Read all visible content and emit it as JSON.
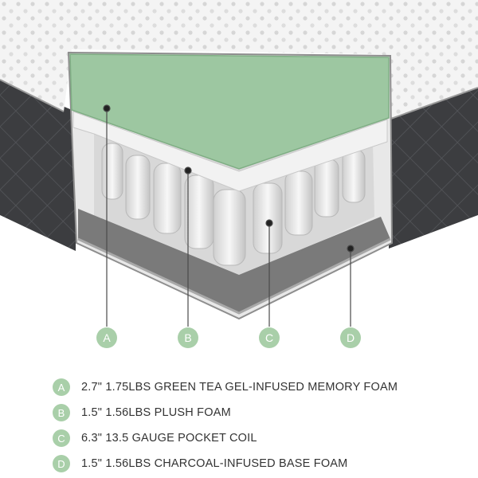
{
  "colors": {
    "accent": "#a9cfa9",
    "memory_foam": "#9dc7a1",
    "comfort_foam": "#f2f2f2",
    "base_foam": "#7a7a7a",
    "cover_top": "#f4f4f4",
    "cover_side": "#3c3d40",
    "text": "#333333"
  },
  "markers": [
    "A",
    "B",
    "C",
    "D"
  ],
  "legend": [
    {
      "letter": "A",
      "text": "2.7\" 1.75LBS GREEN TEA GEL-INFUSED MEMORY FOAM"
    },
    {
      "letter": "B",
      "text": "1.5\" 1.56LBS PLUSH FOAM"
    },
    {
      "letter": "C",
      "text": "6.3\" 13.5 GAUGE POCKET COIL"
    },
    {
      "letter": "D",
      "text": "1.5\" 1.56LBS CHARCOAL-INFUSED BASE FOAM"
    }
  ]
}
